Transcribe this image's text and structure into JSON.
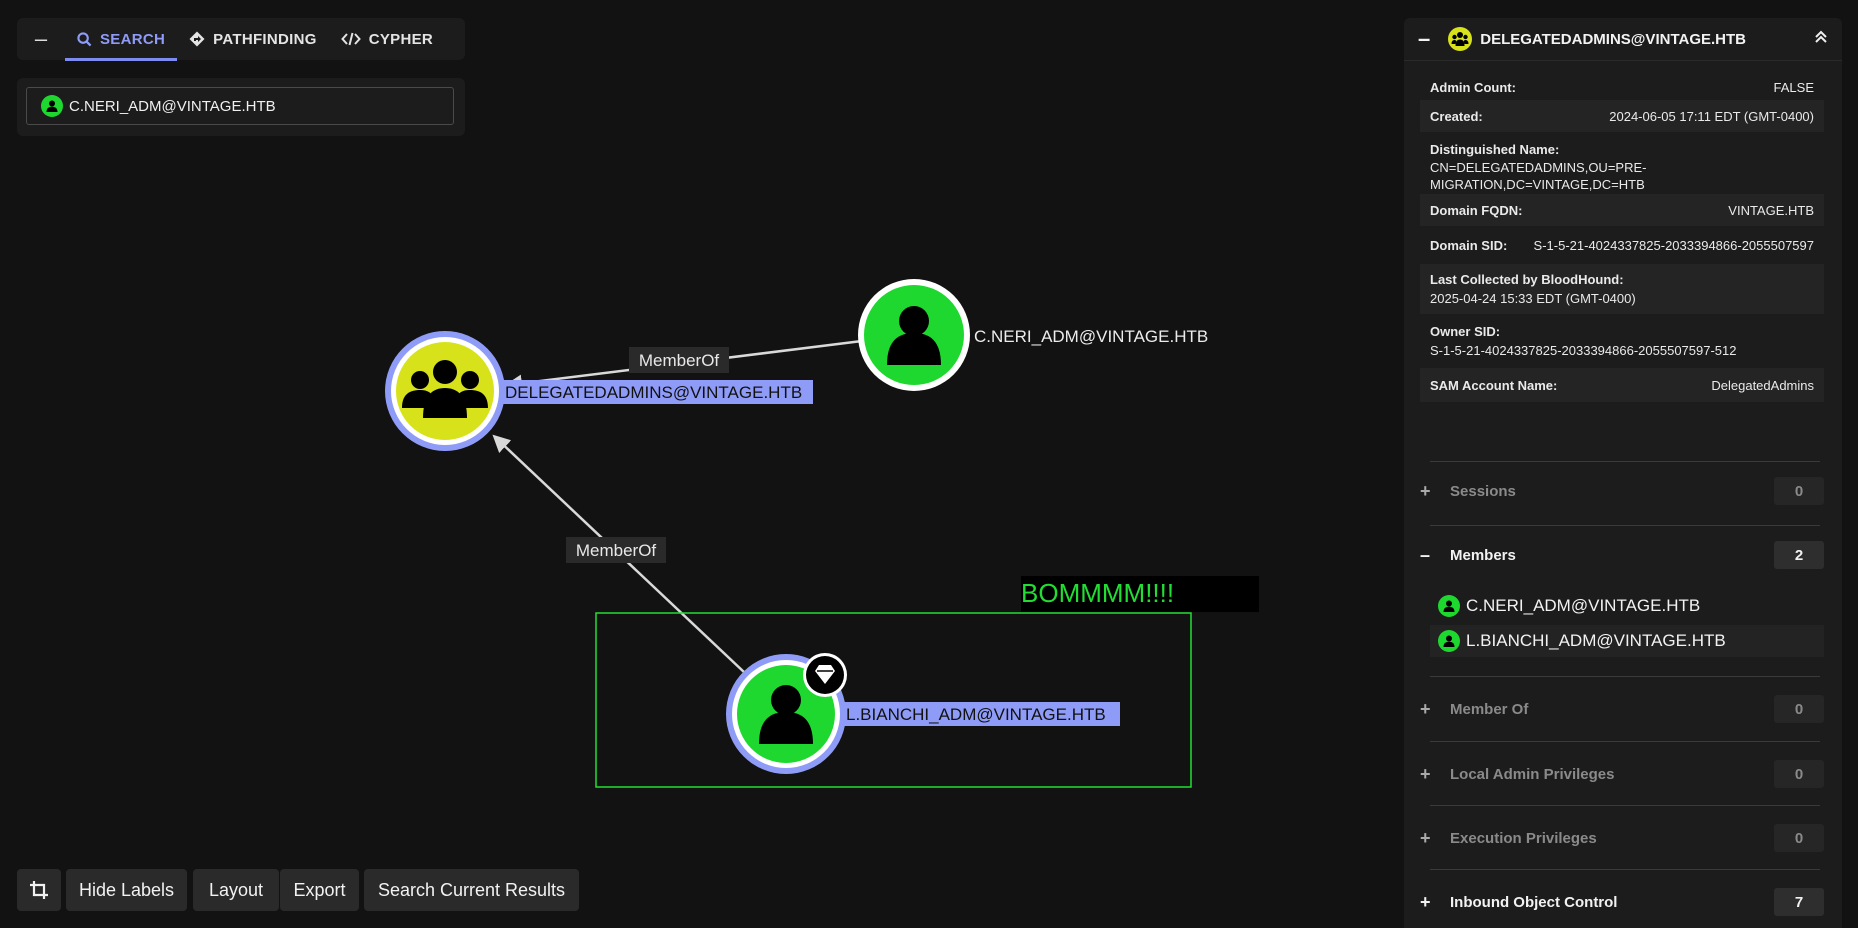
{
  "tabs": {
    "collapse_label": "–",
    "items": [
      {
        "label": "SEARCH",
        "icon": "search-icon",
        "active": true
      },
      {
        "label": "PATHFINDING",
        "icon": "pathfinding-icon",
        "active": false
      },
      {
        "label": "CYPHER",
        "icon": "code-icon",
        "active": false
      }
    ]
  },
  "search": {
    "value": "C.NERI_ADM@VINTAGE.HTB"
  },
  "graph": {
    "edges": [
      {
        "label": "MemberOf"
      },
      {
        "label": "MemberOf"
      }
    ],
    "nodes": {
      "group": {
        "label": "DELEGATEDADMINS@VINTAGE.HTB",
        "color": "#d7e21b"
      },
      "user1": {
        "label": "C.NERI_ADM@VINTAGE.HTB",
        "color": "#1fd82f"
      },
      "user2": {
        "label": "L.BIANCHI_ADM@VINTAGE.HTB",
        "color": "#1fd82f"
      }
    },
    "annotation": "BOMMMM!!!!",
    "selection_color": "#8f9cf7",
    "annotation_color": "#22dd33"
  },
  "toolbar": {
    "hide_labels": "Hide Labels",
    "layout": "Layout",
    "export": "Export",
    "search_current": "Search Current Results"
  },
  "entity": {
    "title": "DELEGATEDADMINS@VINTAGE.HTB",
    "props": {
      "admin_count": {
        "k": "Admin Count:",
        "v": "FALSE"
      },
      "created": {
        "k": "Created:",
        "v": "2024-06-05 17:11 EDT (GMT-0400)"
      },
      "dn": {
        "k": "Distinguished Name:",
        "v1": "CN=DELEGATEDADMINS,OU=PRE-",
        "v2": "MIGRATION,DC=VINTAGE,DC=HTB"
      },
      "fqdn": {
        "k": "Domain FQDN:",
        "v": "VINTAGE.HTB"
      },
      "sid": {
        "k": "Domain SID:",
        "v": "S-1-5-21-4024337825-2033394866-2055507597"
      },
      "last": {
        "k": "Last Collected by BloodHound:",
        "v": "2025-04-24 15:33 EDT (GMT-0400)"
      },
      "owner": {
        "k": "Owner SID:",
        "v": "S-1-5-21-4024337825-2033394866-2055507597-512"
      },
      "sam": {
        "k": "SAM Account Name:",
        "v": "DelegatedAdmins"
      }
    },
    "sections": {
      "sessions": {
        "name": "Sessions",
        "count": "0",
        "sign": "+"
      },
      "members": {
        "name": "Members",
        "count": "2",
        "sign": "–"
      },
      "member_of": {
        "name": "Member Of",
        "count": "0",
        "sign": "+"
      },
      "local_admin": {
        "name": "Local Admin Privileges",
        "count": "0",
        "sign": "+"
      },
      "execution": {
        "name": "Execution Privileges",
        "count": "0",
        "sign": "+"
      },
      "inbound": {
        "name": "Inbound Object Control",
        "count": "7",
        "sign": "+"
      }
    },
    "members": [
      "C.NERI_ADM@VINTAGE.HTB",
      "L.BIANCHI_ADM@VINTAGE.HTB"
    ]
  }
}
